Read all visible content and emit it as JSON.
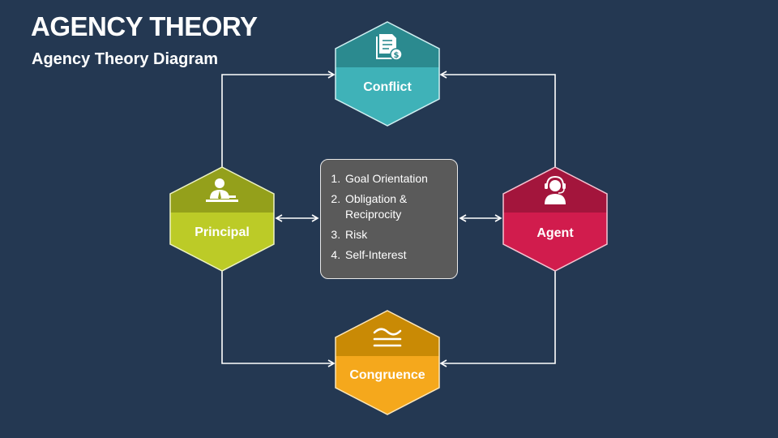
{
  "slide": {
    "title": "AGENCY THEORY",
    "subtitle": "Agency Theory Diagram"
  },
  "nodes": {
    "conflict": {
      "label": "Conflict",
      "icon": "document-dollar-icon",
      "top_color": "#2b8a8f",
      "bottom_color": "#3fb2b8"
    },
    "principal": {
      "label": "Principal",
      "icon": "businessman-desk-icon",
      "top_color": "#94a01b",
      "bottom_color": "#bccb27"
    },
    "agent": {
      "label": "Agent",
      "icon": "headset-agent-icon",
      "top_color": "#a3153c",
      "bottom_color": "#d11c4d"
    },
    "congruence": {
      "label": "Congruence",
      "icon": "approximately-equal-icon",
      "top_color": "#c98a05",
      "bottom_color": "#f5a81c"
    }
  },
  "factors": [
    "Goal Orientation",
    "Obligation & Reciprocity",
    "Risk",
    "Self-Interest"
  ],
  "colors": {
    "background": "#243852",
    "box_fill": "#5a5a5a",
    "connector": "#ffffff"
  }
}
